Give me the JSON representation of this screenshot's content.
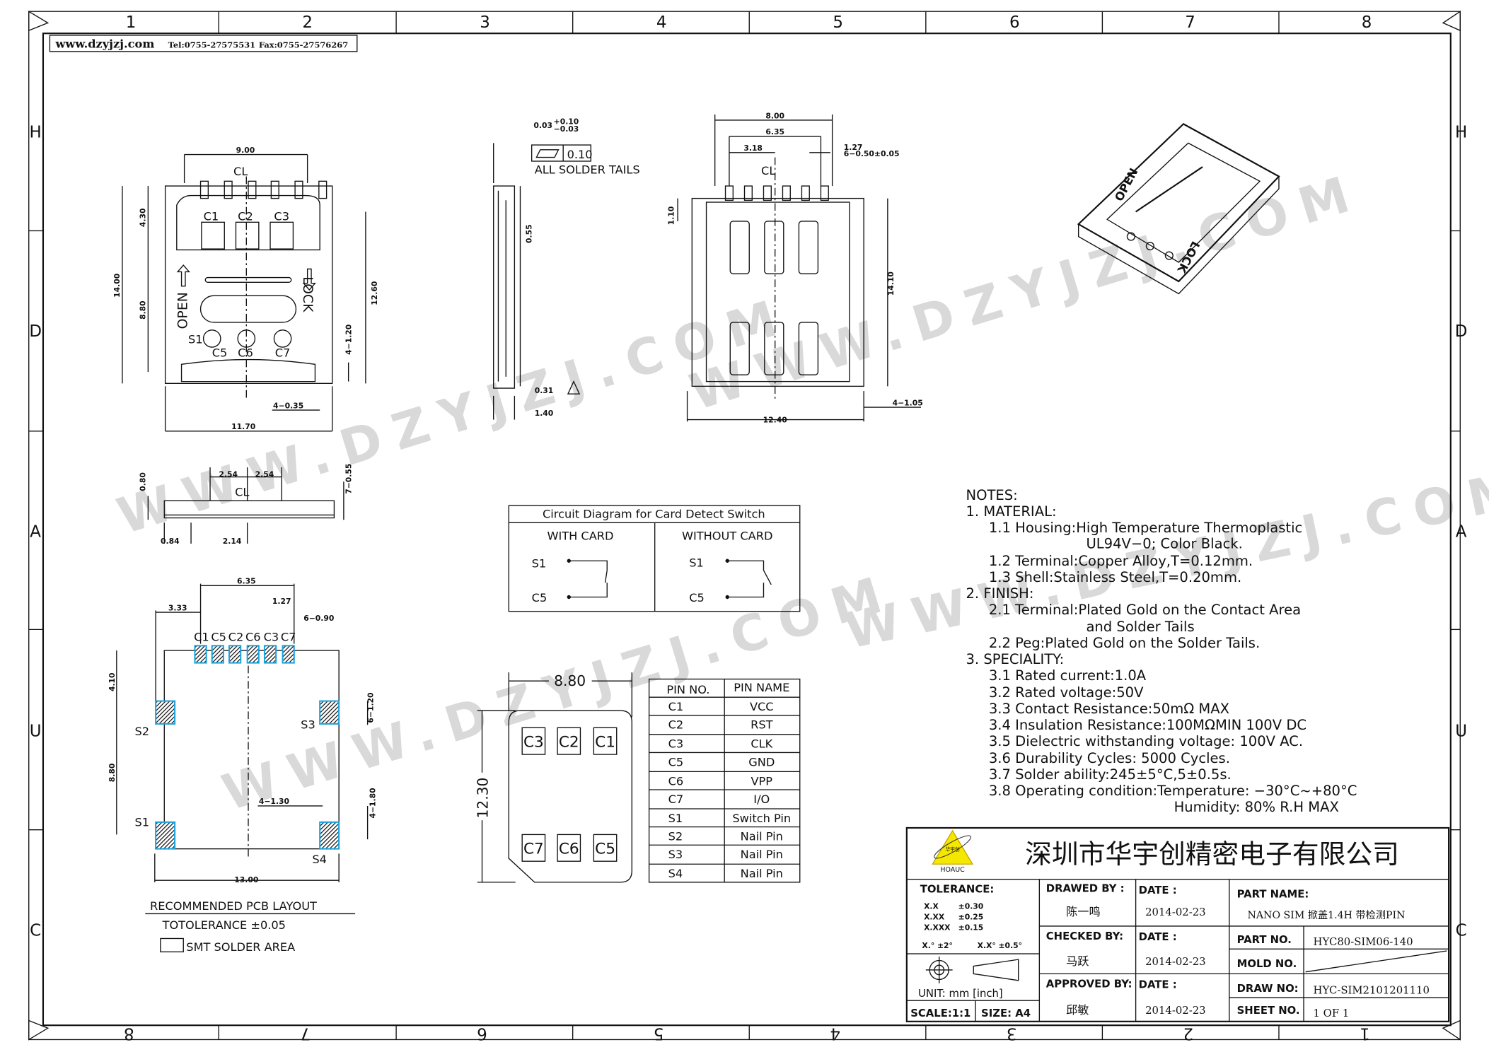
{
  "header": {
    "website": "www.dzyjzj.com",
    "tel": "Tel:0755-27575531",
    "fax": "Fax:0755-27576267"
  },
  "frame": {
    "columns_top": [
      "1",
      "2",
      "3",
      "4",
      "5",
      "6",
      "7",
      "8"
    ],
    "columns_bottom": [
      "8",
      "7",
      "6",
      "5",
      "4",
      "3",
      "2",
      "1"
    ],
    "rows": [
      "H",
      "D",
      "A",
      "U",
      "C"
    ]
  },
  "watermark": "WWW.DZYJZJ.COM",
  "top_view": {
    "width_9": "9.00",
    "cl": "CL",
    "h_430": "4.30",
    "h_1400": "14.00",
    "h_880": "8.80",
    "h_1260": "12.60",
    "d_4_120": "4−1.20",
    "d_4_035": "4−0.35",
    "w_1170": "11.70",
    "open": "OPEN",
    "lock": "LOCK",
    "contacts": [
      "C1",
      "C2",
      "C3",
      "S1",
      "C5",
      "C6",
      "C7"
    ]
  },
  "side_view": {
    "tol_main": "0.03",
    "tol_plus": "+0.10",
    "tol_minus": "−0.03",
    "flatness": "0.10",
    "all_tails": "ALL  SOLDER  TAILS",
    "h_055": "0.55",
    "d_031": "0.31",
    "d_140": "1.40"
  },
  "bottom_view": {
    "w_800": "8.00",
    "w_635": "6.35",
    "w_318": "3.18",
    "w_127": "1.27",
    "pins": "6−0.50±0.05",
    "cl": "CL",
    "h_110": "1.10",
    "h_1410": "14.10",
    "d_4_105": "4−1.05",
    "w_1240": "12.40"
  },
  "front_view": {
    "p1": "2.54",
    "p2": "2.54",
    "h_080": "0.80",
    "pins": "7−0.55",
    "cl": "CL",
    "d_084": "0.84",
    "d_214": "2.14"
  },
  "pcb_layout": {
    "w_635": "6.35",
    "w_333": "3.33",
    "w_127": "1.27",
    "pads": "6−0.90",
    "pad_labels": [
      "C1",
      "C5",
      "C2",
      "C6",
      "C3",
      "C7"
    ],
    "h_410": "4.10",
    "d_6_120": "6−1.20",
    "s2": "S2",
    "s3": "S3",
    "h_880": "8.80",
    "d_4_180": "4−1.80",
    "d_4_130": "4−1.30",
    "s1": "S1",
    "s4": "S4",
    "w_1300": "13.00",
    "title": "RECOMMENDED  PCB  LAYOUT",
    "tolerance": "TOTOLERANCE  ±0.05",
    "legend": "SMT  SOLDER  AREA"
  },
  "circuit": {
    "title": "Circuit  Diagram  for  Card  Detect  Switch",
    "with_card": "WITH  CARD",
    "without_card": "WITHOUT  CARD",
    "s1": "S1",
    "c5": "C5"
  },
  "nano_sim": {
    "width": "8.80",
    "height": "12.30",
    "top_contacts": [
      "C3",
      "C2",
      "C1"
    ],
    "bottom_contacts": [
      "C7",
      "C6",
      "C5"
    ]
  },
  "pin_table": {
    "headers": [
      "PIN  NO.",
      "PIN  NAME"
    ],
    "rows": [
      [
        "C1",
        "VCC"
      ],
      [
        "C2",
        "RST"
      ],
      [
        "C3",
        "CLK"
      ],
      [
        "C5",
        "GND"
      ],
      [
        "C6",
        "VPP"
      ],
      [
        "C7",
        "I/O"
      ],
      [
        "S1",
        "Switch  Pin"
      ],
      [
        "S2",
        "Nail  Pin"
      ],
      [
        "S3",
        "Nail  Pin"
      ],
      [
        "S4",
        "Nail  Pin"
      ]
    ]
  },
  "iso_view": {
    "open": "OPEN",
    "lock": "LOCK"
  },
  "notes": {
    "title": "NOTES:",
    "lines": [
      "1.  MATERIAL:",
      "1.1  Housing:High  Temperature  Thermoplastic",
      "UL94V−0;  Color  Black.",
      "1.2  Terminal:Copper  Alloy,T=0.12mm.",
      "1.3  Shell:Stainless  Steel,T=0.20mm.",
      "2.  FINISH:",
      "2.1  Terminal:Plated  Gold  on  the  Contact  Area",
      "and  Solder  Tails",
      "2.2  Peg:Plated  Gold  on  the  Solder  Tails.",
      "3.  SPECIALITY:",
      "3.1  Rated  current:1.0A",
      "3.2  Rated  voltage:50V",
      "3.3  Contact  Resistance:50mΩ  MAX",
      "3.4  Insulation  Resistance:100MΩMIN  100V  DC",
      "3.5  Dielectric  withstanding  voltage:  100V  AC.",
      "3.6  Durability  Cycles:  5000  Cycles.",
      "3.7  Solder  ability:245±5°C,5±0.5s.",
      "3.8  Operating  condition:Temperature:  −30°C~+80°C",
      "Humidity:  80%  R.H  MAX"
    ]
  },
  "title_block": {
    "logo_text": "华宇创",
    "logo_brand": "HOAUC",
    "company": "深圳市华宇创精密电子有限公司",
    "tolerance_label": "TOLERANCE:",
    "tolerances": [
      [
        "X.X",
        "±0.30"
      ],
      [
        "X.XX",
        "±0.25"
      ],
      [
        "X.XXX",
        "±0.15"
      ]
    ],
    "angle_tol_1": "X.° ±2°",
    "angle_tol_2": "X.X° ±0.5°",
    "unit": "UNIT:  mm  [inch]",
    "scale": "SCALE:1:1",
    "size": "SIZE:  A4",
    "drawed_by_label": "DRAWED  BY :",
    "drawed_by": "陈一鸣",
    "checked_by_label": "CHECKED  BY:",
    "checked_by": "马跃",
    "approved_by_label": "APPROVED  BY:",
    "approved_by": "邱敏",
    "date_label": "DATE  :",
    "drawed_date": "2014-02-23",
    "checked_date": "2014-02-23",
    "approved_date": "2014-02-23",
    "part_name_label": "PART  NAME:",
    "part_name": "NANO SIM 掀盖1.4H 带检测PIN",
    "part_no_label": "PART  NO.",
    "part_no": "HYC80-SIM06-140",
    "mold_no_label": "MOLD  NO.",
    "draw_no_label": "DRAW  NO:",
    "draw_no": "HYC-SIM2101201110",
    "sheet_no_label": "SHEET  NO.",
    "sheet_no": "1  OF  1"
  }
}
